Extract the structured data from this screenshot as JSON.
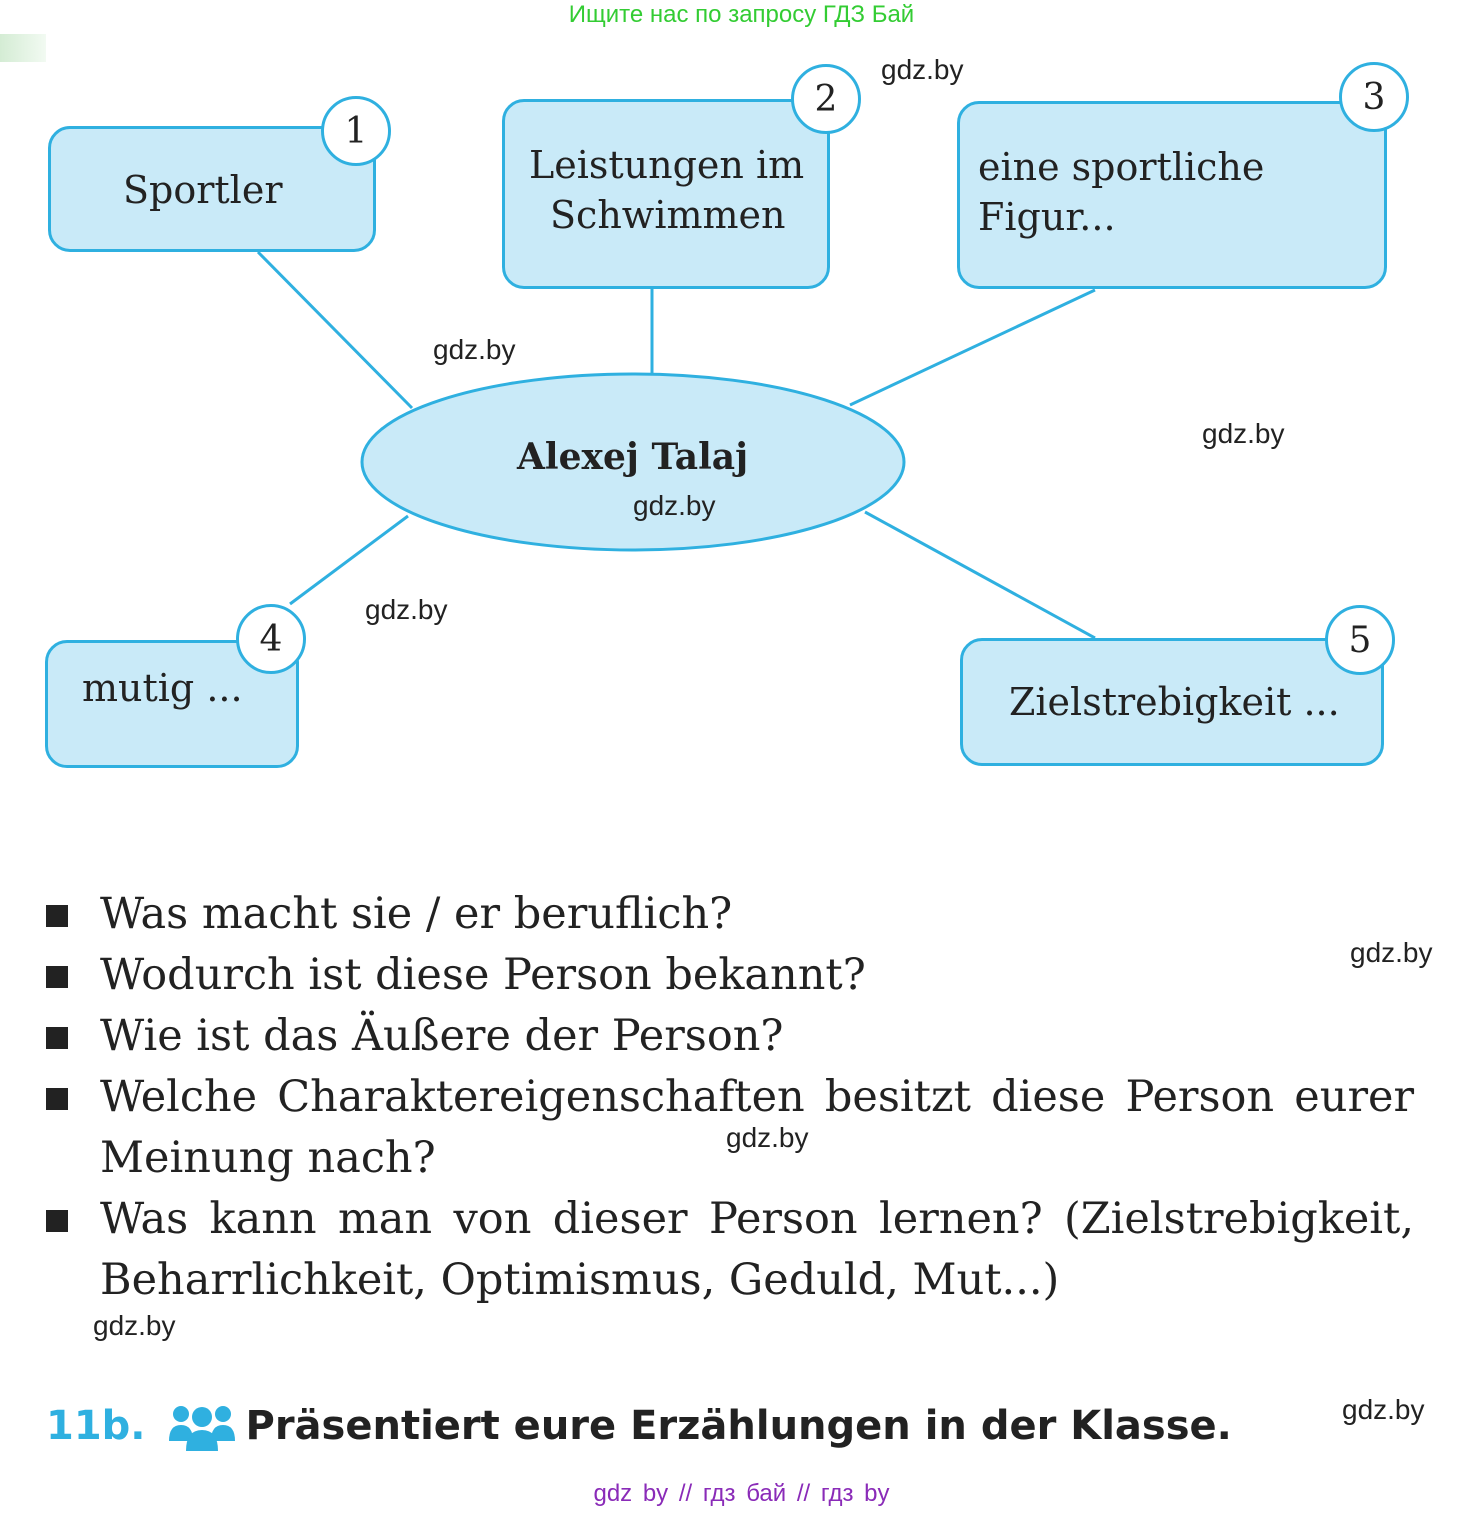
{
  "banner": {
    "text": "Ищите нас по запросу ГДЗ Бай"
  },
  "mindmap": {
    "center": "Alexej Talaj",
    "nodes": [
      {
        "number": "1",
        "lines": [
          "Sportler"
        ]
      },
      {
        "number": "2",
        "lines": [
          "Leistungen im",
          "Schwimmen"
        ]
      },
      {
        "number": "3",
        "lines": [
          "eine sportliche",
          "Figur..."
        ]
      },
      {
        "number": "4",
        "lines": [
          "mutig ..."
        ]
      },
      {
        "number": "5",
        "lines": [
          "Zielstrebigkeit ..."
        ]
      }
    ],
    "colors": {
      "fill": "#c9eaf8",
      "stroke": "#2fb0e0"
    }
  },
  "questions": [
    "Was macht sie / er beruflich?",
    "Wodurch ist diese Person bekannt?",
    "Wie ist das Äußere der Person?",
    "Welche Charaktereigenschaften besitzt diese Person eurer Meinung nach?",
    "Was kann man von dieser Person lernen? (Zielstrebigkeit, Beharrlichkeit, Optimismus, Geduld, Mut...)"
  ],
  "task": {
    "number": "11b.",
    "icon": "group-icon",
    "text": "Präsentiert eure Erzählungen in der Klasse."
  },
  "watermark": "gdz.by",
  "footer": {
    "text": "gdz by  //  гдз бай  //  гдз by"
  }
}
